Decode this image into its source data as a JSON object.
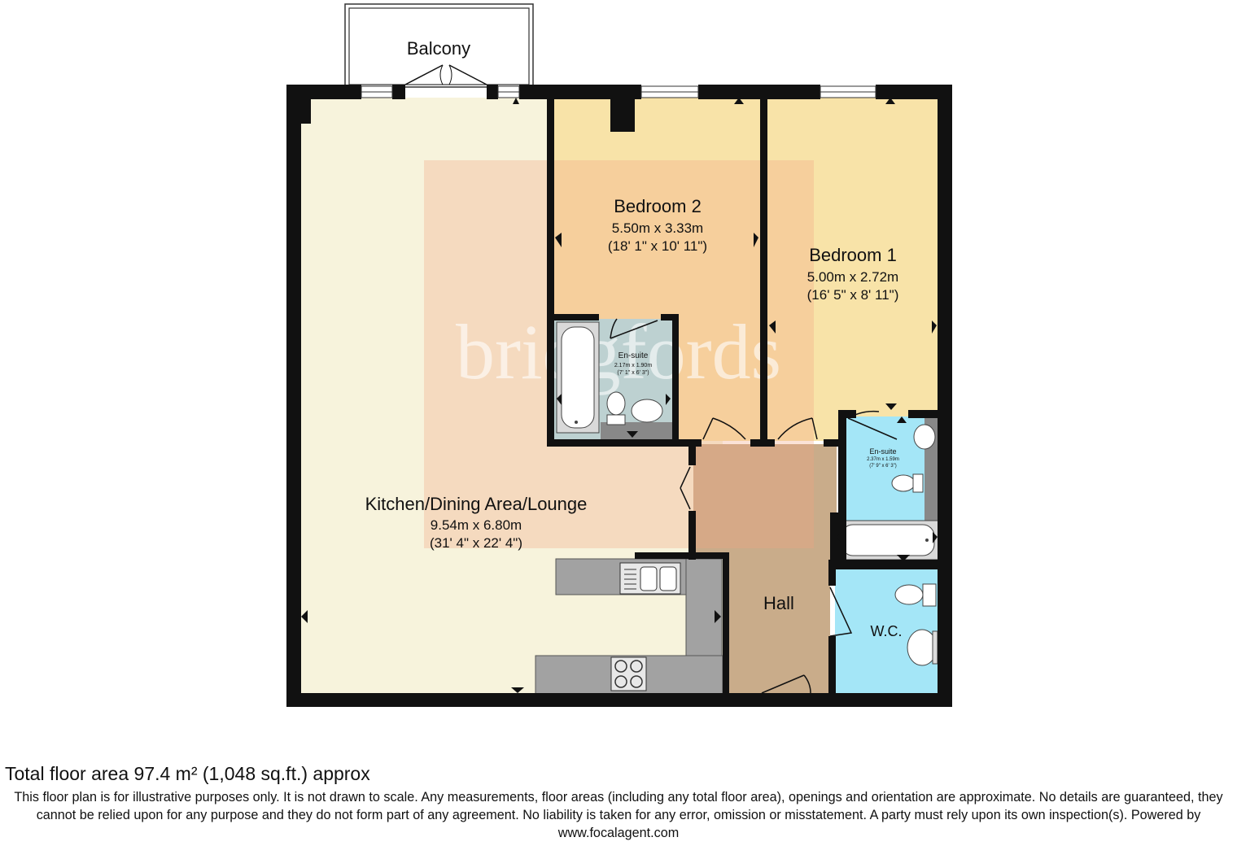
{
  "colors": {
    "wall": "#111111",
    "lounge_floor": "#f7f3dc",
    "bedroom_floor": "#f8e3a8",
    "hall_floor": "#c9ac8a",
    "wet_room_floor": "#a4e6f7",
    "worktop": "#a2a2a2"
  },
  "rooms": {
    "balcony": {
      "name": "Balcony"
    },
    "bedroom2": {
      "name": "Bedroom 2",
      "size_m": "5.50m x 3.33m",
      "size_ft": "(18' 1\" x 10' 11\")"
    },
    "bedroom1": {
      "name": "Bedroom 1",
      "size_m": "5.00m x 2.72m",
      "size_ft": "(16' 5\" x 8' 11\")"
    },
    "ensuite_bed2": {
      "name": "En-suite",
      "size_m": "2.17m x 1.90m",
      "size_ft": "(7' 1\" x 6' 3\")"
    },
    "ensuite_bed1": {
      "name": "En-suite",
      "size_m": "2.37m x 1.59m",
      "size_ft": "(7' 9\" x 6' 3\")"
    },
    "lounge": {
      "name": "Kitchen/Dining Area/Lounge",
      "size_m": "9.54m x 6.80m",
      "size_ft": "(31' 4\" x 22' 4\")"
    },
    "hall": {
      "name": "Hall"
    },
    "wc": {
      "name": "W.C."
    }
  },
  "watermark": {
    "text": "bridgfords"
  },
  "footer": {
    "total_area": "Total floor area 97.4 m² (1,048 sq.ft.) approx",
    "disclaimer": "This floor plan is for illustrative purposes only. It is not drawn to scale. Any measurements, floor areas (including any total floor area), openings and orientation are approximate. No details are guaranteed, they cannot be relied upon for any purpose and they do not form part of any agreement. No liability is taken for any error, omission or misstatement. A party must rely upon its own inspection(s). Powered by www.focalagent.com"
  }
}
